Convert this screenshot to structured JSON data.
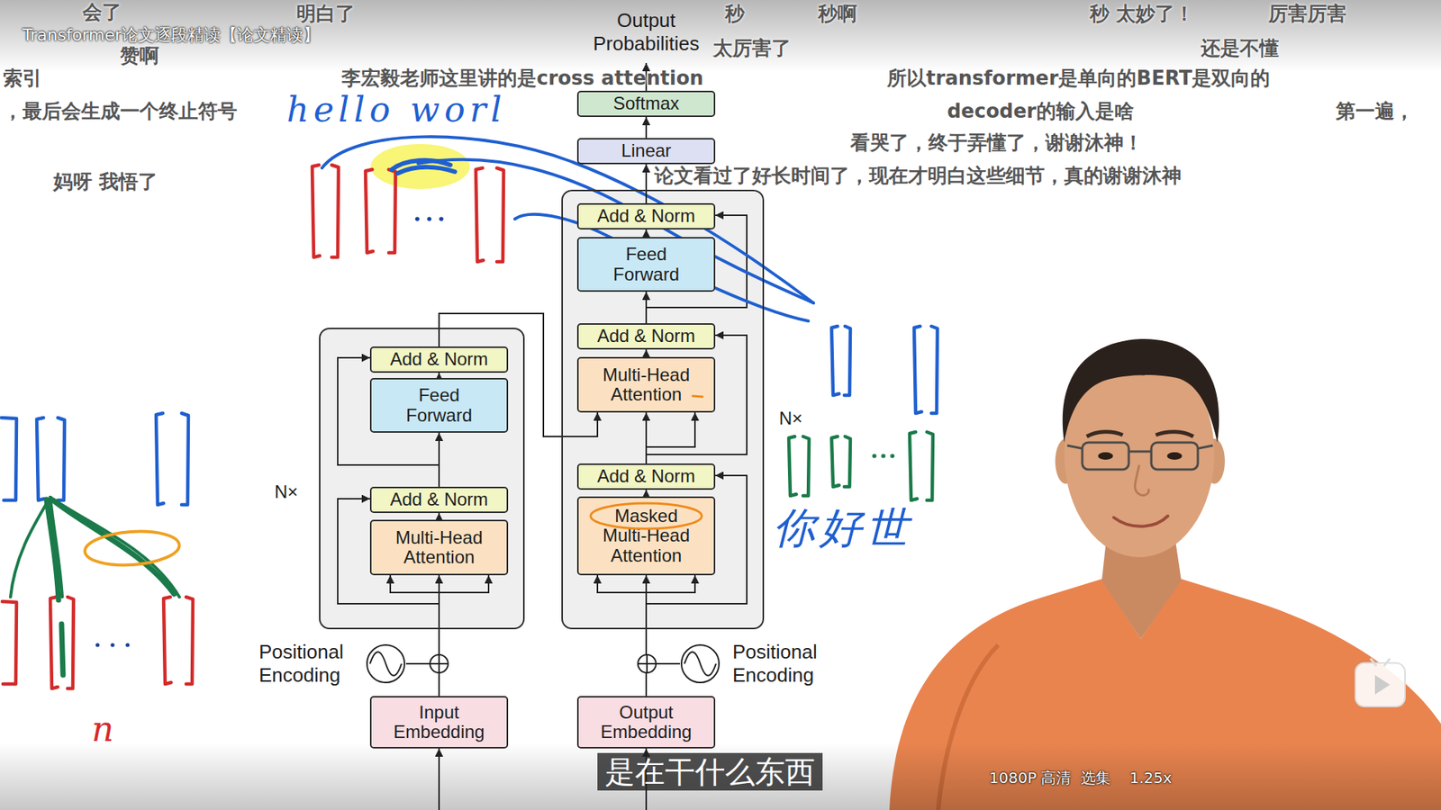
{
  "diagram": {
    "title": "Transformer论文逐段精读【论文精读】",
    "caption": "是在干什么东西",
    "nodes": [
      {
        "text": [
          "N×"
        ]
      },
      {
        "text": [
          "Add & Norm"
        ],
        "in": 0
      },
      {
        "text": [
          "Feed Forward"
        ],
        "in": 0
      },
      {
        "text": [
          "Add & Norm"
        ],
        "in": 0
      },
      {
        "text": [
          "Multi-Head Attention"
        ],
        "in": 0
      },
      {
        "text": [
          "Input Embedding"
        ]
      },
      {
        "text": [
          "Positional Encoding"
        ]
      },
      {
        "text": [
          "Softmax"
        ]
      },
      {
        "text": [
          "Linear"
        ]
      },
      {
        "text": [
          "N×"
        ]
      },
      {
        "text": [
          "Add & Norm"
        ],
        "in": 9
      },
      {
        "text": [
          "Feed Forward"
        ],
        "in": 9
      },
      {
        "text": [
          "Add & Norm"
        ],
        "in": 9
      },
      {
        "text": [
          "Multi-Head Attention"
        ],
        "in": 9
      },
      {
        "text": [
          "Add & Norm"
        ],
        "in": 9
      },
      {
        "text": [
          "Masked Multi-Head Attention"
        ],
        "in": 9
      },
      {
        "text": [
          "Output Embedding"
        ]
      },
      {
        "text": [
          "Positional Encoding"
        ]
      }
    ],
    "edges": [
      {
        "from": 5,
        "to": 4,
        "arrow": "to"
      },
      {
        "from": 4,
        "to": 3,
        "arrow": "to"
      },
      {
        "from": 3,
        "to": 2,
        "arrow": "to"
      },
      {
        "from": 2,
        "to": 1,
        "arrow": "to"
      },
      {
        "from": 1,
        "to": 13,
        "arrow": "to"
      },
      {
        "from": 16,
        "to": 15,
        "arrow": "to"
      },
      {
        "from": 15,
        "to": 14,
        "arrow": "to"
      },
      {
        "from": 14,
        "to": 13,
        "arrow": "to"
      },
      {
        "from": 13,
        "to": 12,
        "arrow": "to"
      },
      {
        "from": 12,
        "to": 11,
        "arrow": "to"
      },
      {
        "from": 11,
        "to": 10,
        "arrow": "to"
      },
      {
        "from": 10,
        "to": 8,
        "arrow": "to"
      },
      {
        "from": 8,
        "to": 7,
        "arrow": "to"
      }
    ],
    "labels": [
      "Output Probabilities",
      "会了",
      "赞啊",
      "明白了",
      "秒",
      "秒啊",
      "秒 太妙了！",
      "厉害厉害",
      "太厉害了",
      "还是不懂",
      "李宏毅老师这里讲的是cross attention",
      "所以transformer是单向的BERT是双向的",
      "索引",
      "，最后会生成一个终止符号",
      "decoder的输入是啥",
      "第一遍，",
      "看哭了，终于弄懂了，谢谢沐神！",
      "论文看过了好长时间了，现在才明白这些细节，真的谢谢沐神",
      "妈呀 我悟了",
      "hello worl",
      "你好世",
      "n",
      "1080P 高清",
      "选集",
      "1.25x"
    ]
  }
}
